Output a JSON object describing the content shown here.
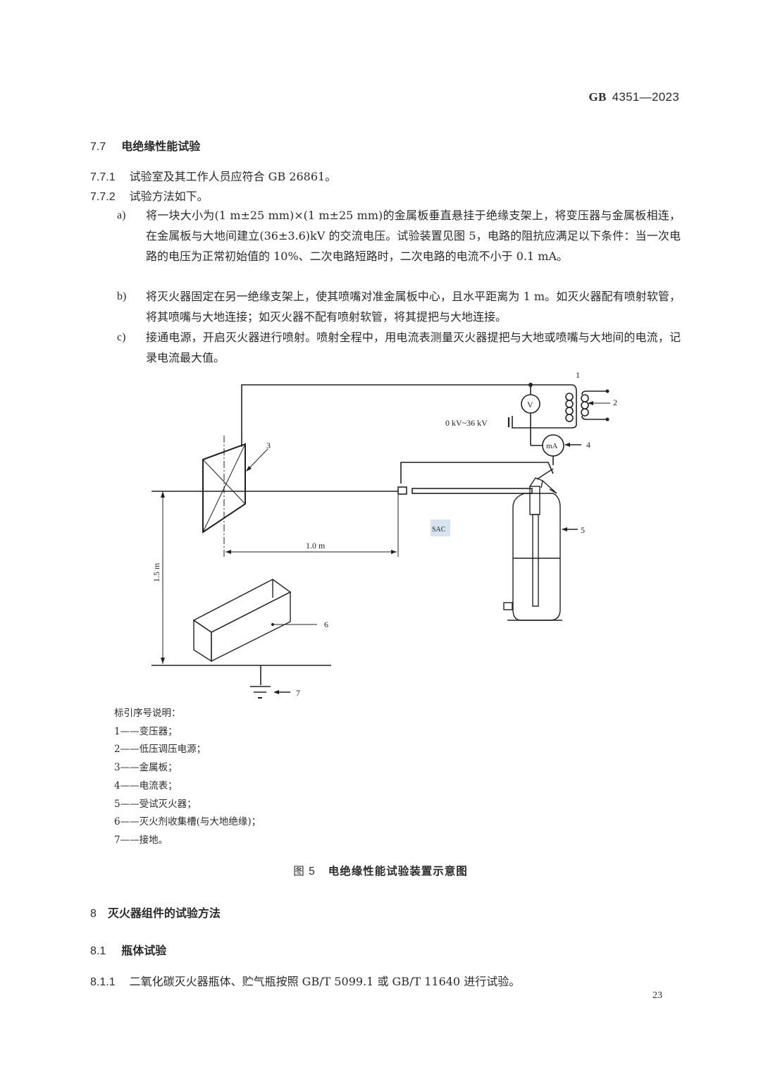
{
  "header": {
    "standard_prefix": "GB",
    "standard_number": "4351—2023"
  },
  "section_7_7": {
    "num": "7.7",
    "title": "电绝缘性能试验"
  },
  "clause_7_7_1": {
    "num": "7.7.1",
    "text": "试验室及其工作人员应符合 GB 26861。"
  },
  "clause_7_7_2": {
    "num": "7.7.2",
    "text": "试验方法如下。"
  },
  "items": [
    {
      "mark": "a)",
      "text": "将一块大小为(1 m±25 mm)×(1 m±25 mm)的金属板垂直悬挂于绝缘支架上，将变压器与金属板相连，在金属板与大地间建立(36±3.6)kV 的交流电压。试验装置见图 5，电路的阻抗应满足以下条件：当一次电路的电压为正常初始值的 10%、二次电路短路时，二次电路的电流不小于 0.1 mA。"
    },
    {
      "mark": "b)",
      "text": "将灭火器固定在另一绝缘支架上，使其喷嘴对准金属板中心，且水平距离为 1 m。如灭火器配有喷射软管，将其喷嘴与大地连接；如灭火器不配有喷射软管，将其提把与大地连接。"
    },
    {
      "mark": "c)",
      "text": "接通电源，开启灭火器进行喷射。喷射全程中，用电流表测量灭火器提把与大地或喷嘴与大地间的电流，记录电流最大值。"
    }
  ],
  "figure": {
    "voltage_range": "0 kV~36 kV",
    "voltmeter_label": "V",
    "ammeter_label": "mA",
    "horizontal_distance": "1.0 m",
    "height": "1.5 m",
    "callouts": [
      "1",
      "2",
      "3",
      "4",
      "5",
      "6",
      "7"
    ],
    "watermark": "SAC"
  },
  "legend": {
    "title": "标引序号说明：",
    "entries": [
      "1——变压器；",
      "2——低压调压电源；",
      "3——金属板；",
      "4——电流表；",
      "5——受试灭火器；",
      "6——灭火剂收集槽(与大地绝缘)；",
      "7——接地。"
    ]
  },
  "caption": {
    "num": "图 5",
    "title": "电绝缘性能试验装置示意图"
  },
  "section_8": {
    "num": "8",
    "title": "灭火器组件的试验方法"
  },
  "section_8_1": {
    "num": "8.1",
    "title": "瓶体试验"
  },
  "clause_8_1_1": {
    "num": "8.1.1",
    "text": "二氧化碳灭火器瓶体、贮气瓶按照 GB/T 5099.1 或 GB/T 11640 进行试验。"
  },
  "page_number": "23"
}
